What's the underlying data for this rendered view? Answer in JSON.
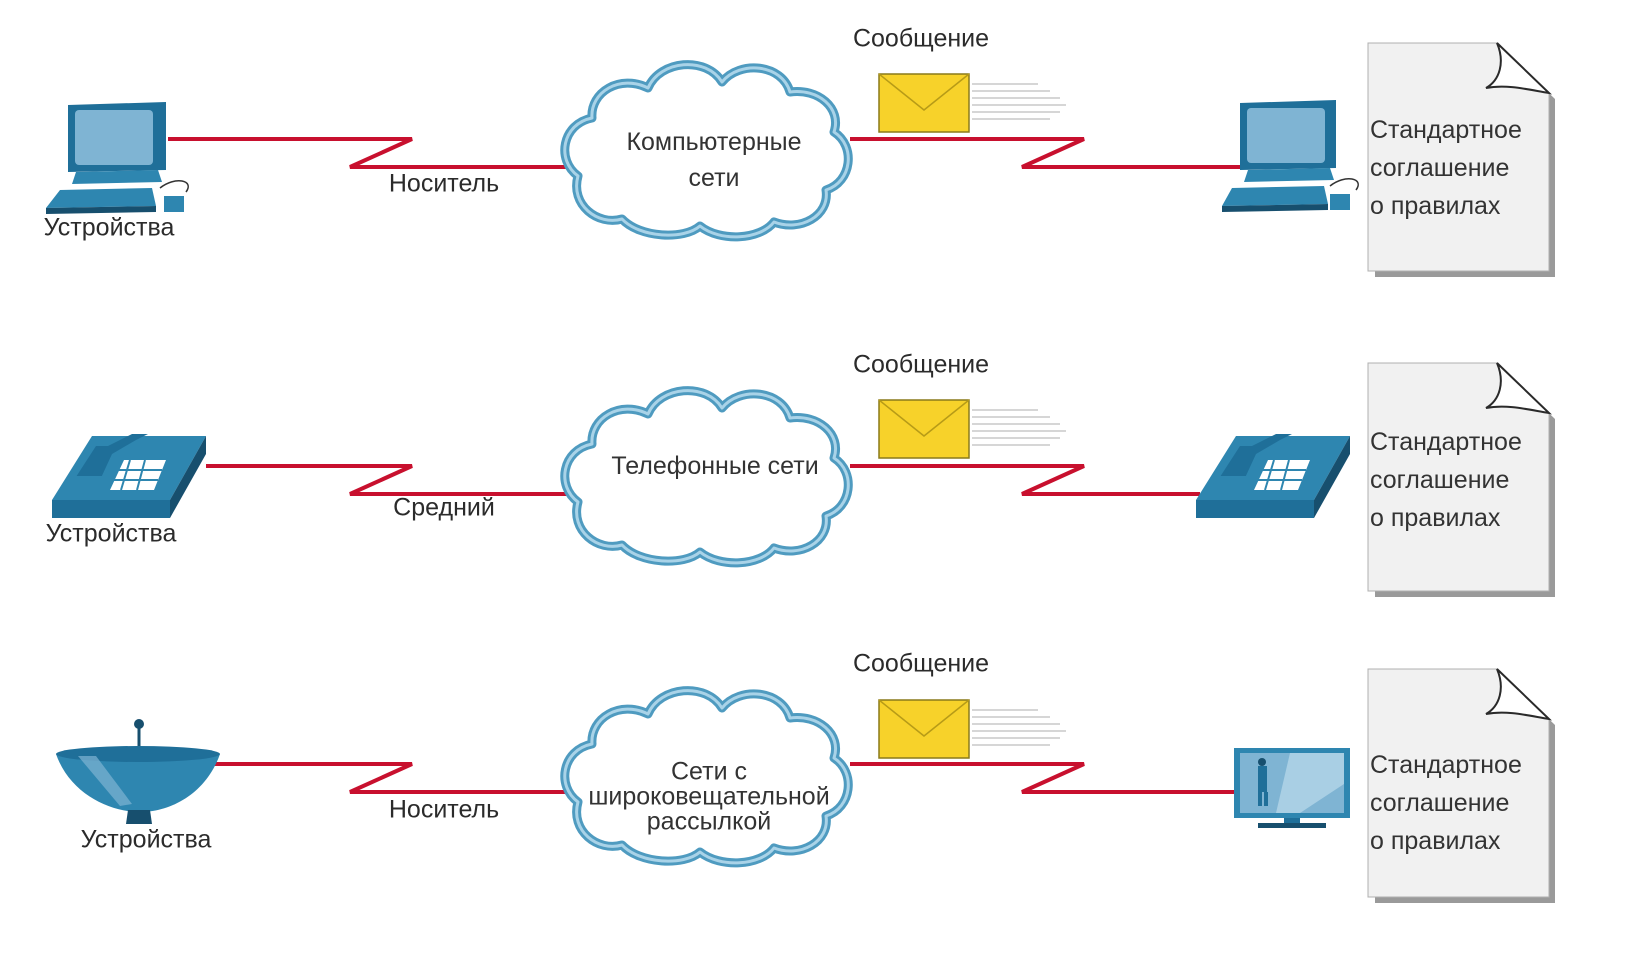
{
  "colors": {
    "link": "#c8102e",
    "device": "#2e86b0",
    "cloud_stroke": "#4f9bc0",
    "envelope": "#f7d22a",
    "paper": "#f1f1f1"
  },
  "rows": [
    {
      "id": "computer",
      "source_device_icon": "desktop-computer-icon",
      "target_device_icon": "desktop-computer-icon",
      "source_label": "Устройства",
      "medium_label": "Носитель",
      "cloud_lines": [
        "Компьютерные",
        "сети"
      ],
      "message_label": "Сообщение",
      "document_lines": [
        "Стандартное",
        "соглашение",
        "о правилах"
      ]
    },
    {
      "id": "telephone",
      "source_device_icon": "telephone-icon",
      "target_device_icon": "telephone-icon",
      "source_label": "Устройства",
      "medium_label": "Средний",
      "cloud_lines": [
        "Телефонные сети"
      ],
      "message_label": "Сообщение",
      "document_lines": [
        "Стандартное",
        "соглашение",
        "о правилах"
      ]
    },
    {
      "id": "broadcast",
      "source_device_icon": "satellite-dish-icon",
      "target_device_icon": "television-icon",
      "source_label": "Устройства",
      "medium_label": "Носитель",
      "cloud_lines": [
        "Сети с",
        "широковещательной",
        "рассылкой"
      ],
      "message_label": "Сообщение",
      "document_lines": [
        "Стандартное",
        "соглашение",
        "о правилах"
      ]
    }
  ]
}
